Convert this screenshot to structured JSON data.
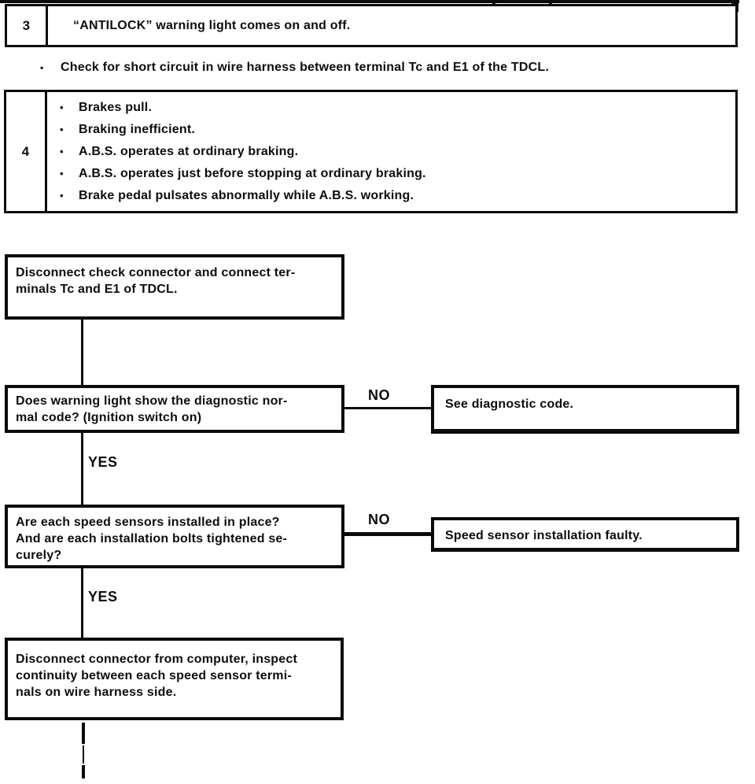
{
  "colors": {
    "ink": "#0b0b0b",
    "paper": "#ffffff"
  },
  "glyphs": {
    "bullet": "•"
  },
  "symptom3": {
    "number": "3",
    "text": "“ANTILOCK” warning light comes on and off."
  },
  "note": {
    "text": "Check for short circuit in wire harness between terminal Tc and E1 of the TDCL."
  },
  "symptom4": {
    "number": "4",
    "items": [
      "Brakes pull.",
      "Braking inefficient.",
      "A.B.S. operates at ordinary braking.",
      "A.B.S. operates just before stopping at ordinary braking.",
      "Brake pedal pulsates abnormally while A.B.S. working."
    ]
  },
  "flow": {
    "step1": "Disconnect check connector and connect ter-\nminals Tc and E1 of TDCL.",
    "question1": "Does warning light show the diagnostic nor-\nmal code? (Ignition switch on)",
    "result_no1": "See diagnostic code.",
    "question2": "Are each speed sensors installed in place?\nAnd are each installation bolts tightened se-\ncurely?",
    "result_no2": "Speed sensor installation faulty.",
    "step2": "Disconnect connector from computer, inspect\ncontinuity between each speed sensor termi-\nnals on wire harness side.",
    "no_label": "NO",
    "yes_label": "YES"
  }
}
